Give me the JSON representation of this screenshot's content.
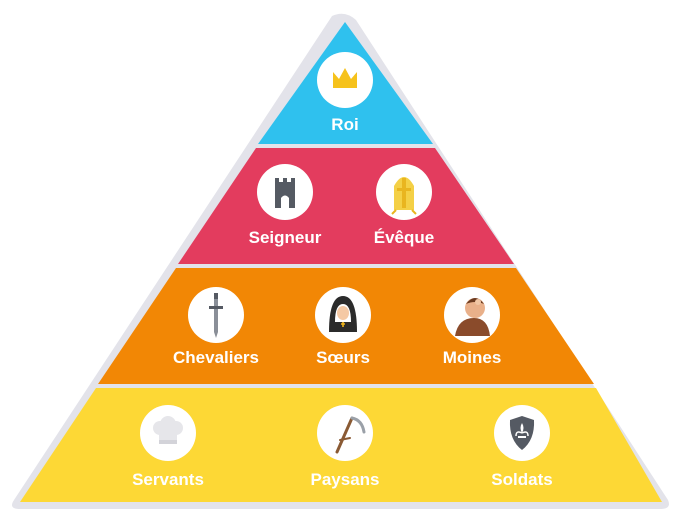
{
  "colors": {
    "tier1": "#2fc1ee",
    "tier2": "#e33c5e",
    "tier3": "#f28705",
    "tier4": "#fdd835",
    "outline": "#e3e3ea",
    "icon_bg": "#ffffff"
  },
  "tiers": [
    {
      "items": [
        {
          "label": "Roi",
          "icon": "crown-icon"
        }
      ]
    },
    {
      "items": [
        {
          "label": "Seigneur",
          "icon": "castle-tower-icon"
        },
        {
          "label": "Évêque",
          "icon": "bishop-mitre-icon"
        }
      ]
    },
    {
      "items": [
        {
          "label": "Chevaliers",
          "icon": "sword-icon"
        },
        {
          "label": "Sœurs",
          "icon": "nun-icon"
        },
        {
          "label": "Moines",
          "icon": "monk-icon"
        }
      ]
    },
    {
      "items": [
        {
          "label": "Servants",
          "icon": "chef-hat-icon"
        },
        {
          "label": "Paysans",
          "icon": "scythe-icon"
        },
        {
          "label": "Soldats",
          "icon": "shield-fleur-de-lis-icon"
        }
      ]
    }
  ]
}
